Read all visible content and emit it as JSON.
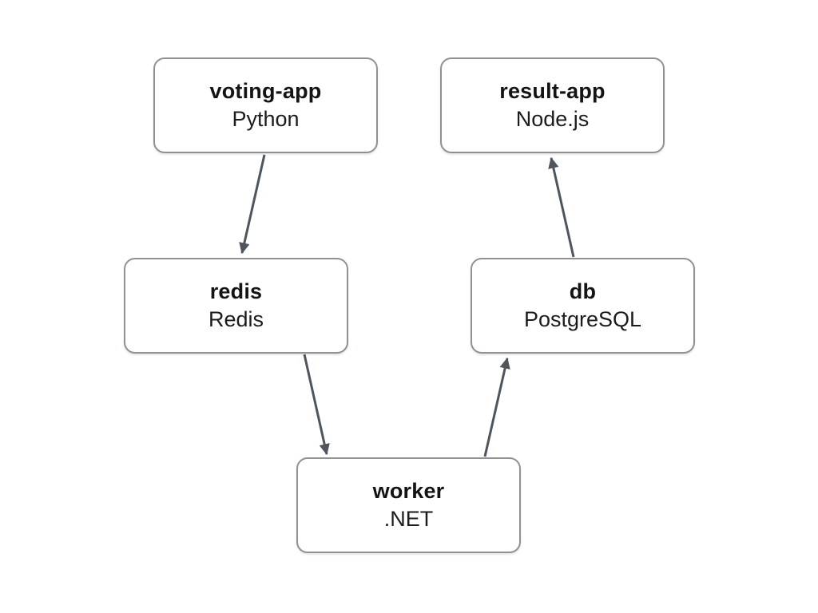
{
  "diagram": {
    "kind": "architecture-flow-diagram",
    "nodes": [
      {
        "id": "voting-app",
        "title": "voting-app",
        "subtitle": "Python"
      },
      {
        "id": "result-app",
        "title": "result-app",
        "subtitle": "Node.js"
      },
      {
        "id": "redis",
        "title": "redis",
        "subtitle": "Redis"
      },
      {
        "id": "db",
        "title": "db",
        "subtitle": "PostgreSQL"
      },
      {
        "id": "worker",
        "title": "worker",
        "subtitle": ".NET"
      }
    ],
    "edges": [
      {
        "from": "voting-app",
        "to": "redis"
      },
      {
        "from": "redis",
        "to": "worker"
      },
      {
        "from": "worker",
        "to": "db"
      },
      {
        "from": "db",
        "to": "result-app"
      }
    ],
    "colors": {
      "background": "#ffffff",
      "node_fill": "#ffffff",
      "node_border": "#8e9196",
      "edge": "#4e555c",
      "text": "#141414"
    }
  }
}
